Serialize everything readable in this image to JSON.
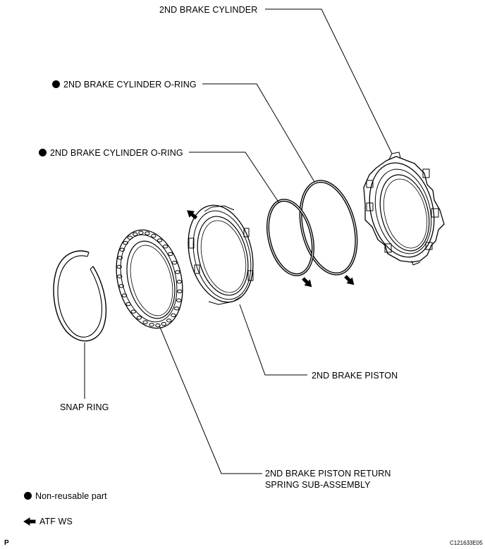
{
  "labels": {
    "brake_cylinder": "2ND BRAKE CYLINDER",
    "oring_outer": "2ND BRAKE CYLINDER O-RING",
    "oring_inner": "2ND BRAKE CYLINDER O-RING",
    "brake_piston": "2ND BRAKE PISTON",
    "snap_ring": "SNAP RING",
    "return_spring_line1": "2ND BRAKE PISTON RETURN",
    "return_spring_line2": "SPRING SUB-ASSEMBLY"
  },
  "legend": {
    "non_reusable": "Non-reusable part",
    "atf": "ATF WS"
  },
  "figure_code": "C121633E05",
  "page_mark": "P",
  "icons": {
    "non_reusable_symbol": "filled-circle",
    "atf_symbol": "black-arrow"
  }
}
